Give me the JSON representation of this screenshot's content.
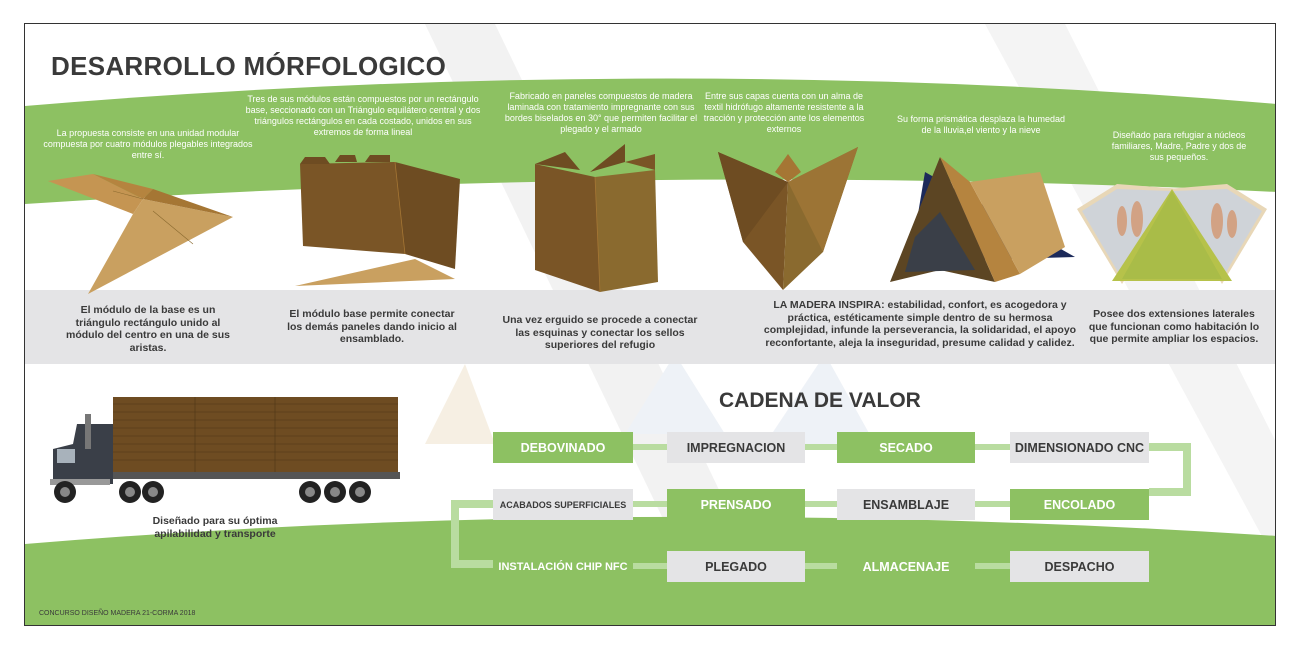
{
  "title": "DESARROLLO MÓRFOLOGICO",
  "colors": {
    "green": "#8dc162",
    "light_gray": "#e4e4e6",
    "text_dark": "#3a3a3a",
    "wood": "#8a6a2f"
  },
  "captions": [
    "La propuesta consiste en una unidad modular compuesta por cuatro módulos plegables integrados entre sí.",
    "Tres de sus módulos están compuestos por un rectángulo base, seccionado con un Triángulo equilátero central y dos triángulos rectángulos en cada costado, unidos en sus extremos de forma lineal",
    "Fabricado en paneles compuestos de madera laminada con tratamiento impregnante con sus bordes biselados en 30° que permiten facilitar el plegado y el armado",
    "Entre sus capas cuenta con un alma de textil hidrófugo altamente resistente a la tracción y protección ante los elementos externos",
    "Su forma prismática desplaza la humedad de la lluvia,el viento y la nieve",
    "Diseñado para refugiar a núcleos familiares, Madre, Padre y dos de sus pequeños."
  ],
  "descriptions": [
    "El módulo de la base es un triángulo rectángulo unido al módulo del centro en una de sus aristas.",
    "El módulo base permite conectar los demás paneles dando inicio al ensamblado.",
    "Una vez erguido se procede a conectar las esquinas y conectar los sellos superiores del refugio",
    "estabilidad, confort, es acogedora y práctica, estéticamente simple dentro de su hermosa complejidad, infunde la perseverancia, la solidaridad, el apoyo reconfortante, aleja la inseguridad, presume calidad y calidez.",
    "Posee dos extensiones laterales que funcionan como habitación lo que permite ampliar los espacios."
  ],
  "madera_label": "LA MADERA INSPIRA:",
  "truck_caption": "Diseñado para su óptima apilabilidad y transporte",
  "value_chain": {
    "title": "CADENA DE VALOR",
    "row1": [
      "DEBOVINADO",
      "IMPREGNACION",
      "SECADO",
      "DIMENSIONADO CNC"
    ],
    "row2": [
      "ACABADOS SUPERFICIALES",
      "PRENSADO",
      "ENSAMBLAJE",
      "ENCOLADO"
    ],
    "row3": [
      "INSTALACIÓN CHIP NFC",
      "PLEGADO",
      "ALMACENAJE",
      "DESPACHO"
    ]
  },
  "footer": "CONCURSO DISEÑO MADERA 21-CORMA 2018"
}
